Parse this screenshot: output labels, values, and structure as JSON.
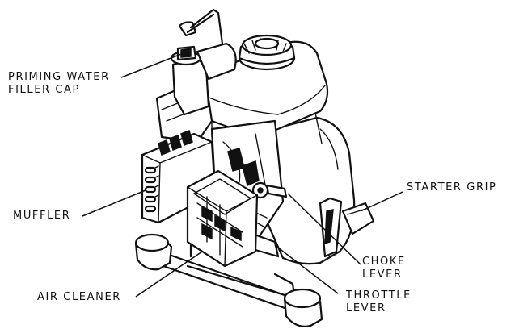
{
  "labels": {
    "priming_water_filler_cap": [
      "PRIMING WATER",
      "FILLER CAP"
    ],
    "muffler": "MUFFLER",
    "air_cleaner": "AIR CLEANER",
    "starter_grip": "STARTER GRIP",
    "choke_lever": [
      "CHOKE",
      "LEVER"
    ],
    "throttle_lever": [
      "THROTTLE",
      "LEVER"
    ]
  }
}
